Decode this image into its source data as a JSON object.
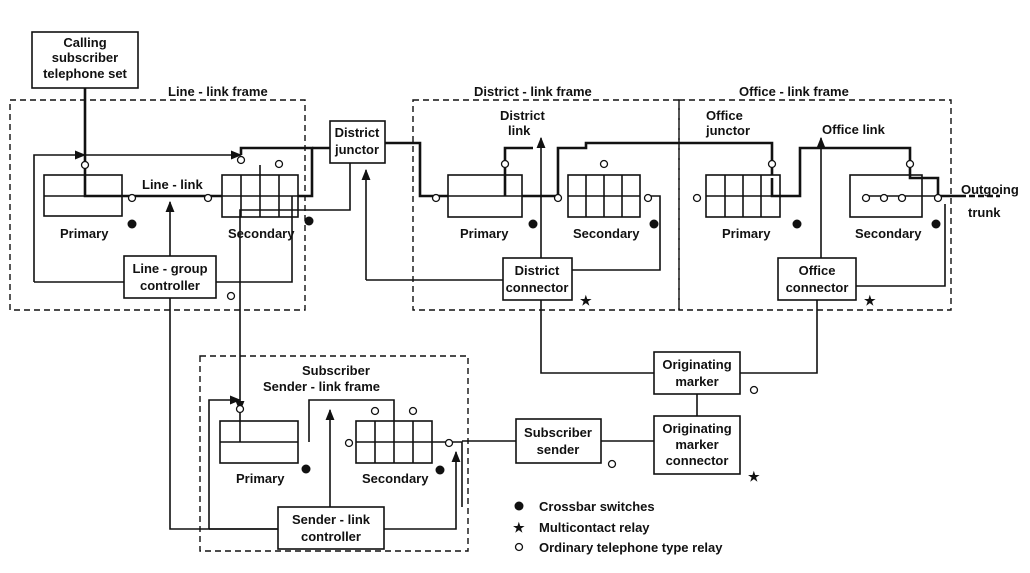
{
  "frames": {
    "line_link": "Line - link frame",
    "district_link": "District - link frame",
    "office_link": "Office - link frame",
    "subscriber_sender_link_1": "Subscriber",
    "subscriber_sender_link_2": "Sender - link frame"
  },
  "boxes": {
    "calling_set_1": "Calling",
    "calling_set_2": "subscriber",
    "calling_set_3": "telephone set",
    "district_junctor_1": "District",
    "district_junctor_2": "junctor",
    "line_group_controller_1": "Line - group",
    "line_group_controller_2": "controller",
    "district_connector_1": "District",
    "district_connector_2": "connector",
    "office_connector_1": "Office",
    "office_connector_2": "connector",
    "originating_marker_1": "Originating",
    "originating_marker_2": "marker",
    "originating_marker_connector_1": "Originating",
    "originating_marker_connector_2": "marker",
    "originating_marker_connector_3": "connector",
    "subscriber_sender_1": "Subscriber",
    "subscriber_sender_2": "sender",
    "sender_link_controller_1": "Sender - link",
    "sender_link_controller_2": "controller"
  },
  "labels": {
    "primary": "Primary",
    "secondary": "Secondary",
    "line_link": "Line - link",
    "district_link_1": "District",
    "district_link_2": "link",
    "office_junctor_1": "Office",
    "office_junctor_2": "junctor",
    "office_link": "Office link",
    "outgoing_1": "Outgoing",
    "outgoing_2": "trunk"
  },
  "legend": {
    "crossbar": "Crossbar switches",
    "multicontact": "Multicontact relay",
    "ordinary": "Ordinary telephone type relay"
  }
}
